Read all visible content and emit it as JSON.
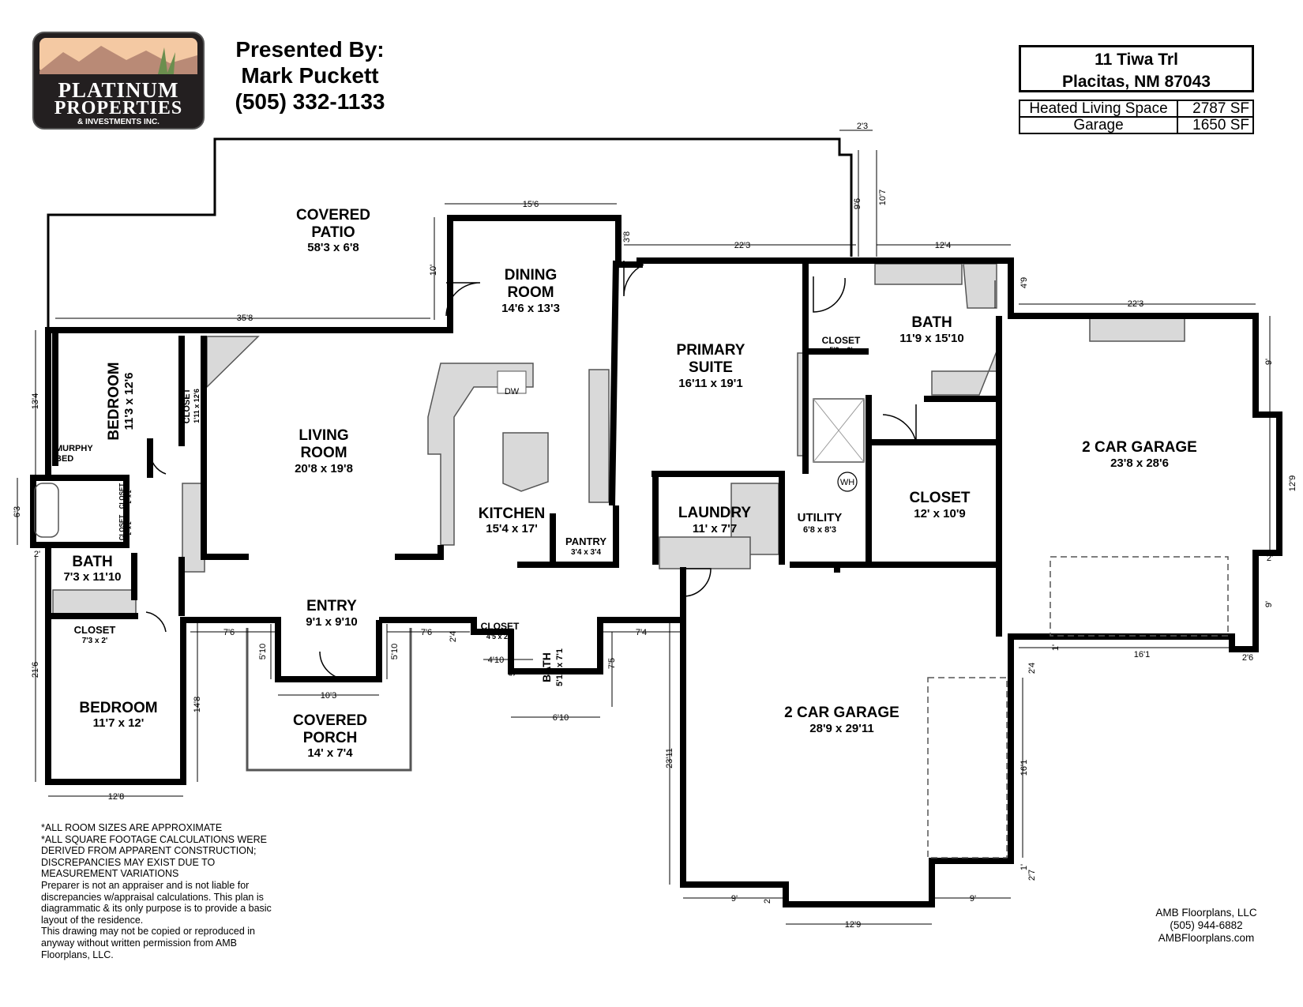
{
  "logo": {
    "line1": "PLATINUM",
    "line2": "PROPERTIES",
    "line3": "& INVESTMENTS INC."
  },
  "presenter": {
    "heading": "Presented By:",
    "name": "Mark Puckett",
    "phone": "(505) 332-1133"
  },
  "address": {
    "street": "11 Tiwa Trl",
    "city": "Placitas, NM 87043"
  },
  "square_footage": [
    {
      "label": "Heated Living Space",
      "value": "2787 SF"
    },
    {
      "label": "Garage",
      "value": "1650 SF"
    }
  ],
  "rooms": {
    "covered_patio": {
      "name1": "COVERED",
      "name2": "PATIO",
      "size": "58'3 x 6'8"
    },
    "dining_room": {
      "name1": "DINING",
      "name2": "ROOM",
      "size": "14'6 x 13'3"
    },
    "living_room": {
      "name1": "LIVING",
      "name2": "ROOM",
      "size": "20'8 x 19'8"
    },
    "kitchen": {
      "name": "KITCHEN",
      "size": "15'4 x 17'"
    },
    "pantry": {
      "name": "PANTRY",
      "size": "3'4 x 3'4"
    },
    "bedroom_1": {
      "name": "BEDROOM",
      "size": "11'3 x 12'6"
    },
    "closet_bed1": {
      "name": "CLOSET",
      "size": "1'11 x 12'6"
    },
    "murphy_bed": {
      "line1": "MURPHY",
      "line2": "BED"
    },
    "bath_1": {
      "name": "BATH",
      "size": "7'3 x 11'10"
    },
    "closet_small_a": {
      "name": "CLOSET",
      "size": "2' x 2'"
    },
    "closet_small_b": {
      "name": "CLOSET",
      "size": "2' x 2'"
    },
    "closet_hall": {
      "name": "CLOSET",
      "size": "7'3 x 2'"
    },
    "bedroom_2": {
      "name": "BEDROOM",
      "size": "11'7 x 12'"
    },
    "entry": {
      "name": "ENTRY",
      "size": "9'1 x 9'10"
    },
    "covered_porch": {
      "name1": "COVERED",
      "name2": "PORCH",
      "size": "14' x 7'4"
    },
    "closet_entry": {
      "name": "CLOSET",
      "size": "4'5 x 2'1"
    },
    "bath_half": {
      "name": "BATH",
      "size": "5'10 x 7'1"
    },
    "primary_suite": {
      "name1": "PRIMARY",
      "name2": "SUITE",
      "size": "16'11 x 19'1"
    },
    "laundry": {
      "name": "LAUNDRY",
      "size": "11' x 7'7"
    },
    "utility": {
      "name": "UTILITY",
      "size": "6'8 x 8'3"
    },
    "bath_primary": {
      "name": "BATH",
      "size": "11'9 x 15'10"
    },
    "closet_bath": {
      "name": "CLOSET",
      "size": "5'3 x 2'"
    },
    "closet_primary": {
      "name": "CLOSET",
      "size": "12' x 10'9"
    },
    "garage_right": {
      "name": "2 CAR GARAGE",
      "size": "23'8 x 28'6"
    },
    "garage_main": {
      "name": "2 CAR GARAGE",
      "size": "28'9 x 29'11"
    }
  },
  "dimensions": {
    "d_2_3": "2'3",
    "d_15_6": "15'6",
    "d_22_3_top": "22'3",
    "d_12_4": "12'4",
    "d_9_6": "9'6",
    "d_10_7": "10'7",
    "d_3_8": "3'8",
    "d_10": "10'",
    "d_35_8": "35'8",
    "d_4_9": "4'9",
    "d_22_3_garage": "22'3",
    "d_9_a": "9'",
    "d_12_9_side": "12'9",
    "d_9_b": "9'",
    "d_13_4": "13'4",
    "d_6_3": "6'3",
    "d_2_left": "2'",
    "d_21_6": "21'6",
    "d_14_8": "14'8",
    "d_12_8": "12'8",
    "d_7_6_a": "7'6",
    "d_5_10_a": "5'10",
    "d_10_3": "10'3",
    "d_5_10_b": "5'10",
    "d_7_6_b": "7'6",
    "d_2_4_a": "2'4",
    "d_4_10": "4'10",
    "d_5": "5'",
    "d_6_10": "6'10",
    "d_7_4": "7'4",
    "d_7_5": "7'5",
    "d_23_11": "23'11",
    "d_16_1_h": "16'1",
    "d_2_6": "2'6",
    "d_1_a": "1'",
    "d_2_4_b": "2'4",
    "d_16_1_v": "16'1",
    "d_1_b": "1'",
    "d_2_7": "2'7",
    "d_9_c": "9'",
    "d_2_bottom": "2'",
    "d_12_9_bottom": "12'9",
    "d_9_d": "9'",
    "d_2_right": "2'"
  },
  "fixtures": {
    "dishwasher": "DW",
    "water_heater": "WH"
  },
  "notes": [
    "*ALL ROOM SIZES ARE APPROXIMATE",
    "*ALL SQUARE FOOTAGE CALCULATIONS WERE",
    "DERIVED FROM APPARENT CONSTRUCTION;",
    "DISCREPANCIES MAY EXIST DUE TO",
    "MEASUREMENT VARIATIONS",
    "Preparer is not an appraiser and is not liable for",
    "discrepancies w/appraisal calculations.  This plan is",
    "diagrammatic & its only purpose is to provide a basic",
    "layout of the residence.",
    "This drawing may not be copied or reproduced in",
    "anyway without written permission from AMB",
    "Floorplans, LLC."
  ],
  "credit": {
    "company": "AMB Floorplans, LLC",
    "phone": "(505) 944-6882",
    "website": "AMBFloorplans.com"
  },
  "colors": {
    "wall": "#000000",
    "counter": "#d9d9d9",
    "logo_bg": "#231f20",
    "logo_sky": "#f4c9a3"
  }
}
